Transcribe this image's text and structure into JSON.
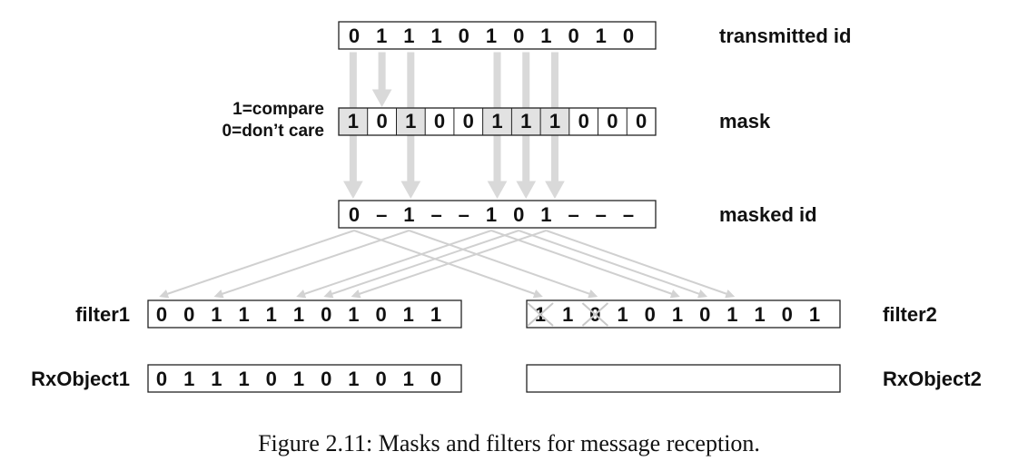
{
  "rows": {
    "transmitted": {
      "label": "transmitted id",
      "bits": [
        "0",
        "1",
        "1",
        "1",
        "0",
        "1",
        "0",
        "1",
        "0",
        "1",
        "0"
      ]
    },
    "mask": {
      "label": "mask",
      "bits": [
        "1",
        "0",
        "1",
        "0",
        "0",
        "1",
        "1",
        "1",
        "0",
        "0",
        "0"
      ]
    },
    "masked": {
      "label": "masked id",
      "bits": [
        "0",
        "–",
        "1",
        "–",
        "–",
        "1",
        "0",
        "1",
        "–",
        "–",
        "–"
      ]
    },
    "filter1": {
      "label": "filter1",
      "bits": [
        "0",
        "0",
        "1",
        "1",
        "1",
        "1",
        "0",
        "1",
        "0",
        "1",
        "1"
      ]
    },
    "filter2": {
      "label": "filter2",
      "bits": [
        "1",
        "1",
        "0",
        "1",
        "0",
        "1",
        "0",
        "1",
        "1",
        "0",
        "1"
      ]
    },
    "rxobject1": {
      "label": "RxObject1",
      "bits": [
        "0",
        "1",
        "1",
        "1",
        "0",
        "1",
        "0",
        "1",
        "0",
        "1",
        "0"
      ]
    },
    "rxobject2": {
      "label": "RxObject2",
      "bits": []
    }
  },
  "mask_legend": {
    "line1": "1=compare",
    "line2": "0=don’t care"
  },
  "caption": "Figure 2.11: Masks and filters for message reception."
}
